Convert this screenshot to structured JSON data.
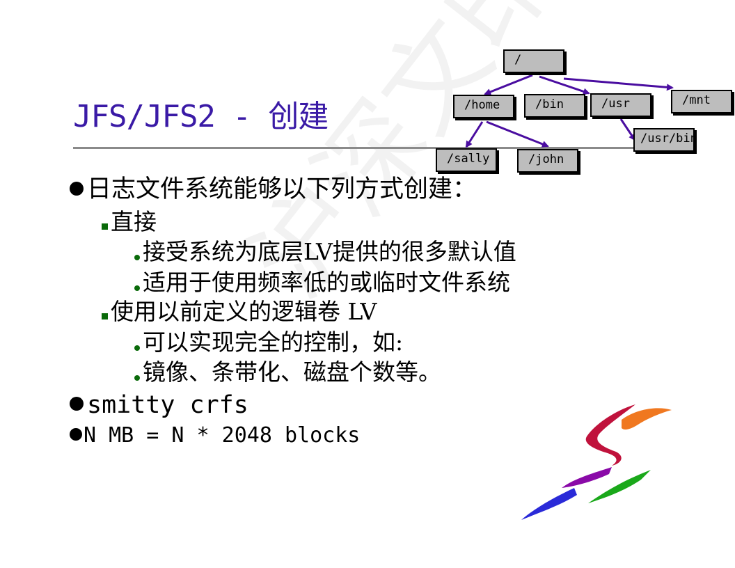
{
  "slide": {
    "title": "JFS/JFS2 - 创建",
    "watermark": "沪深文印",
    "bullets": {
      "b1": "日志文件系统能够以下列方式创建：",
      "b1_1": "直接",
      "b1_1_1": "接受系统为底层LV提供的很多默认值",
      "b1_1_2": "适用于使用频率低的或临时文件系统",
      "b1_2": "使用以前定义的逻辑卷 LV",
      "b1_2_1": "可以实现完全的控制，如:",
      "b1_2_2": "镜像、条带化、磁盘个数等。",
      "b2": "smitty crfs",
      "b3": "N MB = N * 2048 blocks"
    }
  },
  "tree": {
    "root": "/",
    "home": "/home",
    "bin": "/bin",
    "usr": "/usr",
    "mnt": "/mnt",
    "usr_bin": "/usr/bin",
    "sally": "/sally",
    "john": "/john"
  },
  "colors": {
    "title": "#3a1aa6",
    "arrow": "#4a0da0",
    "node_fill": "#bdbdbd",
    "bullet_square": "#0a6a0a"
  },
  "icons": {
    "logo": "swoosh-logo"
  }
}
